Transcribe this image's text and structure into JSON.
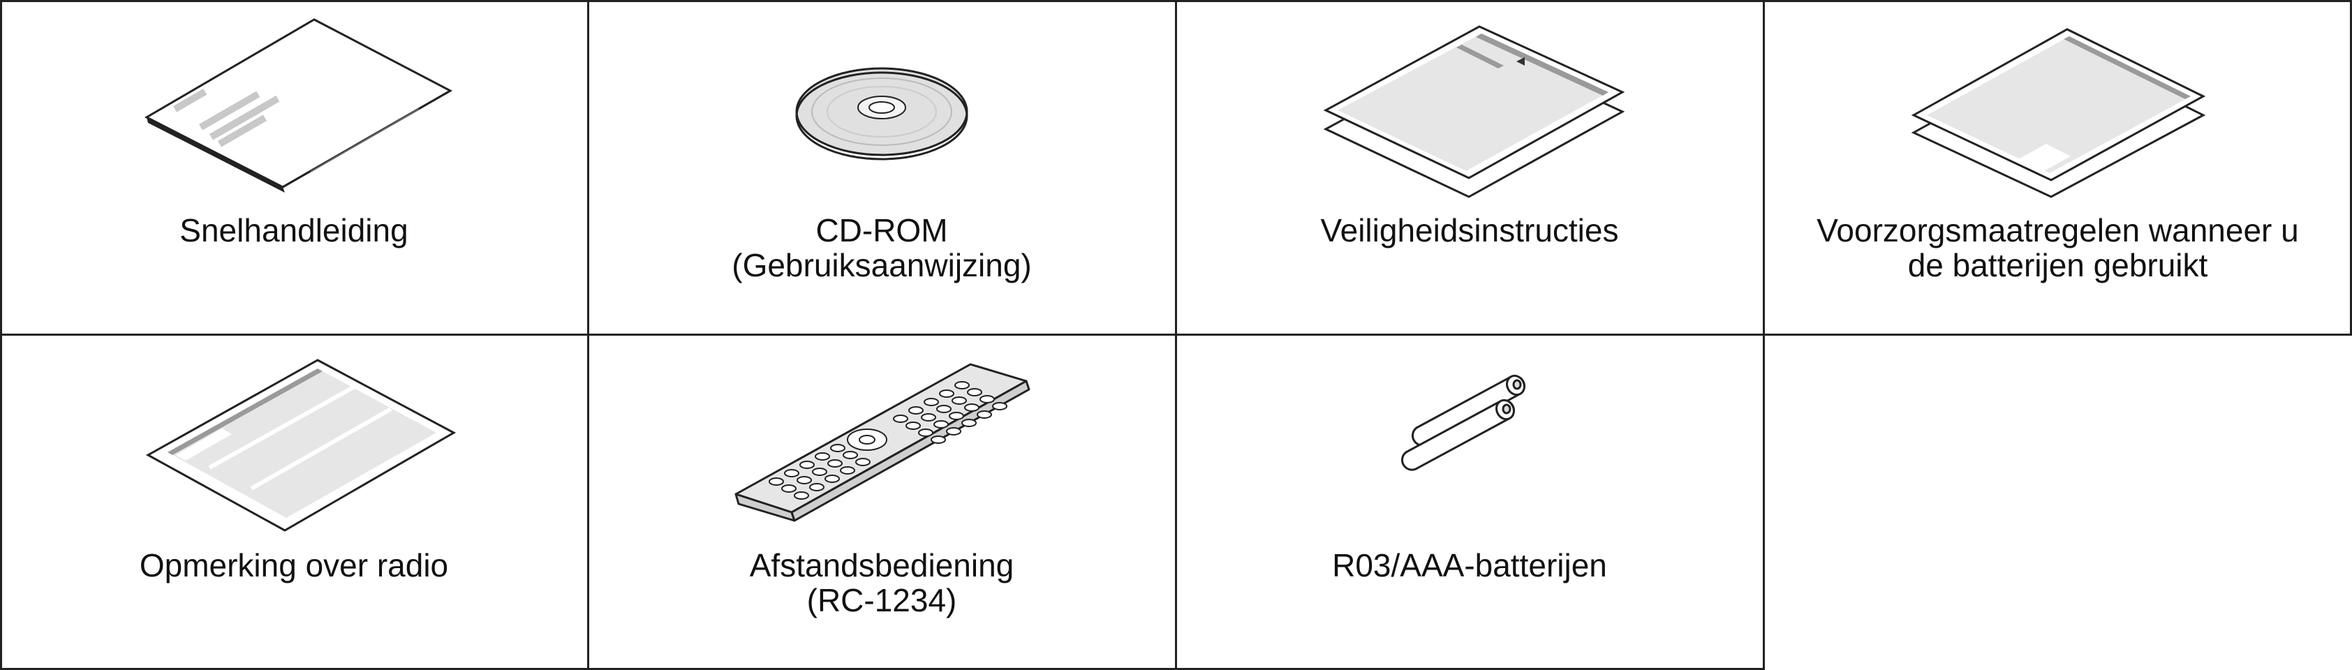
{
  "items": [
    {
      "id": "quick-guide",
      "caption_line1": "Snelhandleiding",
      "caption_line2": "",
      "icon": "folded-booklet-icon"
    },
    {
      "id": "cd-rom",
      "caption_line1": "CD-ROM",
      "caption_line2": "(Gebruiksaanwijzing)",
      "icon": "cd-disc-icon"
    },
    {
      "id": "safety",
      "caption_line1": "Veiligheidsinstructies",
      "caption_line2": "",
      "icon": "safety-sheet-icon"
    },
    {
      "id": "battery-precautions",
      "caption_line1": "Voorzorgsmaatregelen wanneer u",
      "caption_line2": "de batterijen gebruikt",
      "icon": "precaution-sheet-icon"
    },
    {
      "id": "radio-note",
      "caption_line1": "Opmerking over radio",
      "caption_line2": "",
      "icon": "radio-note-sheet-icon"
    },
    {
      "id": "remote",
      "caption_line1": "Afstandsbediening",
      "caption_line2": "(RC-1234)",
      "icon": "remote-control-icon"
    },
    {
      "id": "batteries",
      "caption_line1": "R03/AAA-batterijen",
      "caption_line2": "",
      "icon": "aaa-batteries-icon"
    }
  ],
  "colors": {
    "line": "#222222",
    "fill": "#e6e6e6",
    "bar": "#9a9a9a"
  }
}
